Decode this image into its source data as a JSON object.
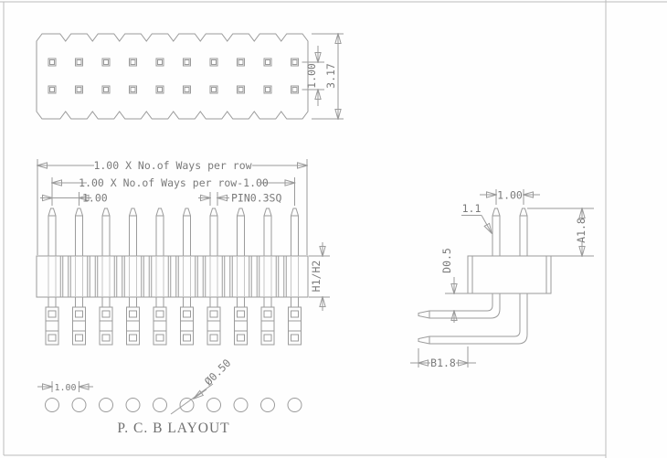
{
  "sheet": {
    "type": "pin-header-technical-drawing"
  },
  "colors": {
    "line": "#9b9b9b",
    "text": "#7a7a7a",
    "frame": "#bcbcbc",
    "background": "#fefefe"
  },
  "top_view": {
    "row_pitch": "1.00",
    "body_height": "3.17"
  },
  "front_view": {
    "overall_width": "1.00 X No.of Ways per row",
    "centers_width": "1.00 X No.of Ways per row-1.00",
    "pin_pitch": "1.00",
    "pin_size": "PIN0.3SQ",
    "insulator_height": "H1/H2"
  },
  "side_view": {
    "row_pitch": "1.00",
    "pin_ref": "1.1",
    "upper_pin_length": "A1.8",
    "standoff": "D0.5",
    "bend_length": "B1.8"
  },
  "pcb_layout": {
    "hole_pitch": "1.00",
    "hole_diameter": "Ø0.50",
    "caption": "P. C. B LAYOUT"
  }
}
